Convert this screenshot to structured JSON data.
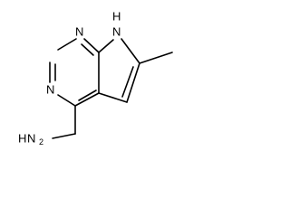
{
  "molecule": {
    "labels": {
      "n1": "N",
      "n3": "N",
      "n7": "N",
      "h7": "H",
      "amine_n": "N",
      "amine_h": "H",
      "amine_sub": "2"
    }
  }
}
